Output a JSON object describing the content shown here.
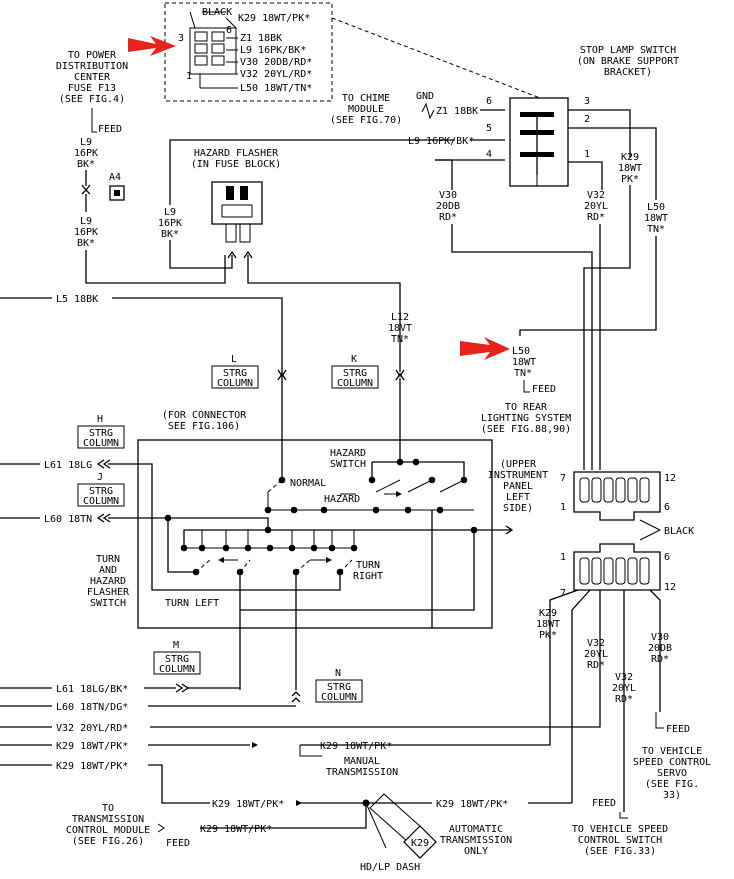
{
  "top_connector": {
    "pins": [
      {
        "num": "",
        "label": "BLACK"
      },
      {
        "num": "",
        "label": "K29 18WT/PK*"
      },
      {
        "num": "6",
        "label": "Z1 18BK"
      },
      {
        "num": "3",
        "label": "L9 16PK/BK*"
      },
      {
        "num": "",
        "label": "V30 20DB/RD*"
      },
      {
        "num": "",
        "label": "V32 20YL/RD*"
      },
      {
        "num": "1",
        "label": "L50 18WT/TN*"
      }
    ]
  },
  "power_dist": {
    "lines": [
      "TO POWER",
      "DISTRIBUTION",
      "CENTER",
      "FUSE F13",
      "(SEE FIG.4)"
    ],
    "feed": "FEED"
  },
  "left_l9_a": {
    "lines": [
      "L9",
      "16PK",
      "BK*"
    ]
  },
  "left_l9_b": {
    "lines": [
      "L9",
      "16PK",
      "BK*"
    ]
  },
  "a4_label": "A4",
  "chime": {
    "lines": [
      "TO CHIME",
      "MODULE",
      "(SEE FIG.70)"
    ]
  },
  "gnd": "GND",
  "z1_wire": "Z1 18BK",
  "l9_wire": "L9 16PK/BK*",
  "stop_lamp": {
    "lines": [
      "STOP LAMP SWITCH",
      "(ON BRAKE SUPPORT",
      "BRACKET)"
    ]
  },
  "switch_pins": {
    "p6": "6",
    "p5": "5",
    "p4": "4",
    "p3": "3",
    "p2": "2",
    "p1": "1"
  },
  "k29_right": {
    "lines": [
      "K29",
      "18WT",
      "PK*"
    ]
  },
  "l50_right": {
    "lines": [
      "L50",
      "18WT",
      "TN*"
    ]
  },
  "v30_top": {
    "lines": [
      "V30",
      "20DB",
      "RD*"
    ]
  },
  "v32_top": {
    "lines": [
      "V32",
      "20YL",
      "RD*"
    ]
  },
  "hazard_flasher": {
    "lines": [
      "HAZARD FLASHER",
      "(IN FUSE BLOCK)"
    ]
  },
  "l9_mid": {
    "lines": [
      "L9",
      "16PK",
      "BK*"
    ]
  },
  "l5_wire": "L5 18BK",
  "l12_wire": {
    "lines": [
      "L12",
      "18VT",
      "TN*"
    ]
  },
  "l50_mid": {
    "lines": [
      "L50",
      "18WT",
      "TN*"
    ],
    "feed": "FEED"
  },
  "rear_lighting": {
    "lines": [
      "TO REAR",
      "LIGHTING SYSTEM",
      "(SEE FIG.88,90)"
    ]
  },
  "strg_l": {
    "letter": "L",
    "lines": [
      "STRG",
      "COLUMN"
    ]
  },
  "strg_k": {
    "letter": "K",
    "lines": [
      "STRG",
      "COLUMN"
    ]
  },
  "strg_h": {
    "letter": "H",
    "lines": [
      "STRG",
      "COLUMN"
    ]
  },
  "strg_j": {
    "letter": "J",
    "lines": [
      "STRG",
      "COLUMN"
    ]
  },
  "strg_m": {
    "letter": "M",
    "lines": [
      "STRG",
      "COLUMN"
    ]
  },
  "strg_n": {
    "letter": "N",
    "lines": [
      "STRG",
      "COLUMN"
    ]
  },
  "for_connector": {
    "lines": [
      "(FOR CONNECTOR",
      "SEE FIG.106)"
    ]
  },
  "hazard_switch": {
    "lines": [
      "HAZARD",
      "SWITCH"
    ],
    "normal": "NORMAL",
    "hazard": "HAZARD"
  },
  "turn_right": {
    "lines": [
      "TURN",
      "RIGHT"
    ]
  },
  "turn_left": "TURN LEFT",
  "turn_hazard_switch": {
    "lines": [
      "TURN",
      "AND",
      "HAZARD",
      "FLASHER",
      "SWITCH"
    ]
  },
  "l61_top": "L61 18LG",
  "l60_top": "L60 18TN",
  "upper_ip": {
    "lines": [
      "(UPPER",
      "INSTRUMENT",
      "PANEL",
      "LEFT",
      "SIDE)"
    ]
  },
  "conn_pins": {
    "p7": "7",
    "p12": "12",
    "p1": "1",
    "p6": "6",
    "l1": "1",
    "l6": "6",
    "l7": "7",
    "l12": "12"
  },
  "black_label": "BLACK",
  "k29_lower": {
    "lines": [
      "K29",
      "18WT",
      "PK*"
    ]
  },
  "v32_lower_a": {
    "lines": [
      "V32",
      "20YL",
      "RD*"
    ]
  },
  "v32_lower_b": {
    "lines": [
      "V32",
      "20YL",
      "RD*"
    ]
  },
  "v30_lower": {
    "lines": [
      "V30",
      "20DB",
      "RD*"
    ]
  },
  "l61_bot": "L61 18LG/BK*",
  "l60_bot": "L60 18TN/DG*",
  "v32_bot": "V32 20YL/RD*",
  "k29_bot1": "K29 18WT/PK*",
  "k29_bot1_mid": "K29 18WT/PK*",
  "manual_trans": {
    "lines": [
      "MANUAL",
      "TRANSMISSION"
    ]
  },
  "k29_bot2": "K29 18WT/PK*",
  "k29_bot2_mid": "K29 18WT/PK*",
  "k29_bot2_right": "K29 18WT/PK*",
  "tcm": {
    "lines": [
      "TO",
      "TRANSMISSION",
      "CONTROL MODULE",
      "(SEE FIG.26)"
    ],
    "feed": "FEED"
  },
  "k29_bot3": "K29 18WT/PK*",
  "k29_diamond": "K29",
  "auto_trans": {
    "lines": [
      "AUTOMATIC",
      "TRANSMISSION",
      "ONLY"
    ]
  },
  "hdlp": "HD/LP DASH",
  "vsc_servo": {
    "feed": "FEED",
    "lines": [
      "TO VEHICLE",
      "SPEED CONTROL",
      "SERVO",
      "(SEE FIG.",
      "33)"
    ]
  },
  "vsc_switch": {
    "feed": "FEED",
    "lines": [
      "TO VEHICLE SPEED",
      "CONTROL SWITCH",
      "(SEE FIG.33)"
    ]
  }
}
